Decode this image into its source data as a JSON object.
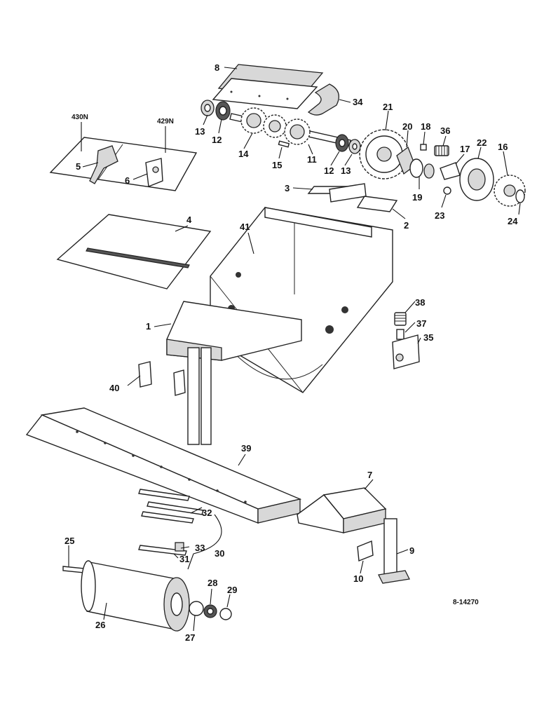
{
  "drawing_number": "8-14270",
  "group_labels": {
    "kit_430n": "430N",
    "kit_429n": "429N"
  },
  "callouts": {
    "c1": "1",
    "c2": "2",
    "c3": "3",
    "c4": "4",
    "c5": "5",
    "c6": "6",
    "c7": "7",
    "c8": "8",
    "c9": "9",
    "c10": "10",
    "c11": "11",
    "c12a": "12",
    "c12b": "12",
    "c13a": "13",
    "c13b": "13",
    "c14": "14",
    "c15": "15",
    "c16": "16",
    "c17": "17",
    "c18": "18",
    "c19": "19",
    "c20": "20",
    "c21": "21",
    "c22": "22",
    "c23": "23",
    "c24": "24",
    "c25": "25",
    "c26": "26",
    "c27": "27",
    "c28": "28",
    "c29": "29",
    "c30": "30",
    "c31": "31",
    "c32": "32",
    "c33": "33",
    "c34": "34",
    "c35": "35",
    "c36": "36",
    "c37": "37",
    "c38": "38",
    "c39": "39",
    "c40": "40",
    "c41": "41"
  }
}
